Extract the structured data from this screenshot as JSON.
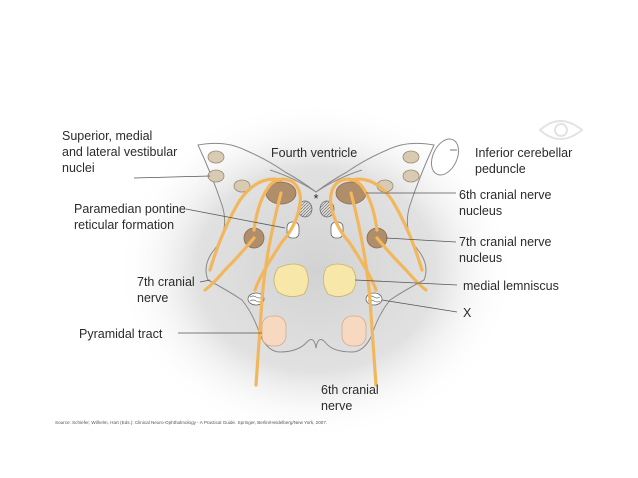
{
  "labels": {
    "vestibular_1": "Superior, medial",
    "vestibular_2": "and lateral vestibular",
    "vestibular_3": "nuclei",
    "fourth_ventricle": "Fourth ventricle",
    "inferior_cerebellar_1": "Inferior cerebellar",
    "inferior_cerebellar_2": "peduncle",
    "paramedian_1": "Paramedian pontine",
    "paramedian_2": "reticular formation",
    "sixth_nucleus_1": "6th cranial nerve",
    "sixth_nucleus_2": "nucleus",
    "seventh_nucleus_1": "7th cranial nerve",
    "seventh_nucleus_2": "nucleus",
    "seventh_nerve_1": "7th cranial",
    "seventh_nerve_2": "nerve",
    "medial_lemniscus": "medial lemniscus",
    "x_label": "X",
    "pyramidal_tract": "Pyramidal tract",
    "sixth_nerve_1": "6th cranial",
    "sixth_nerve_2": "nerve",
    "asterisk": "*"
  },
  "source": "Source: Schiefer, Wilhelm, Hart (Eds.): Clinical Neuro-Ophthalmology - A Practical Guide. Springer, Berlin/Heidelberg/New York, 2007.",
  "icons": {
    "logo": "eye-logo-icon"
  },
  "colors": {
    "nerve": "#f2b75c",
    "nucleus": "#b08d6b",
    "nucleus_dark": "#8c6a4b",
    "vestibular": "#d9cbb3",
    "lemniscus": "#f7e7a8",
    "pyramidal": "#f7d8c0",
    "leader": "#555555",
    "outline": "#8a8a8a",
    "background_glow": "#d6d6d6"
  }
}
